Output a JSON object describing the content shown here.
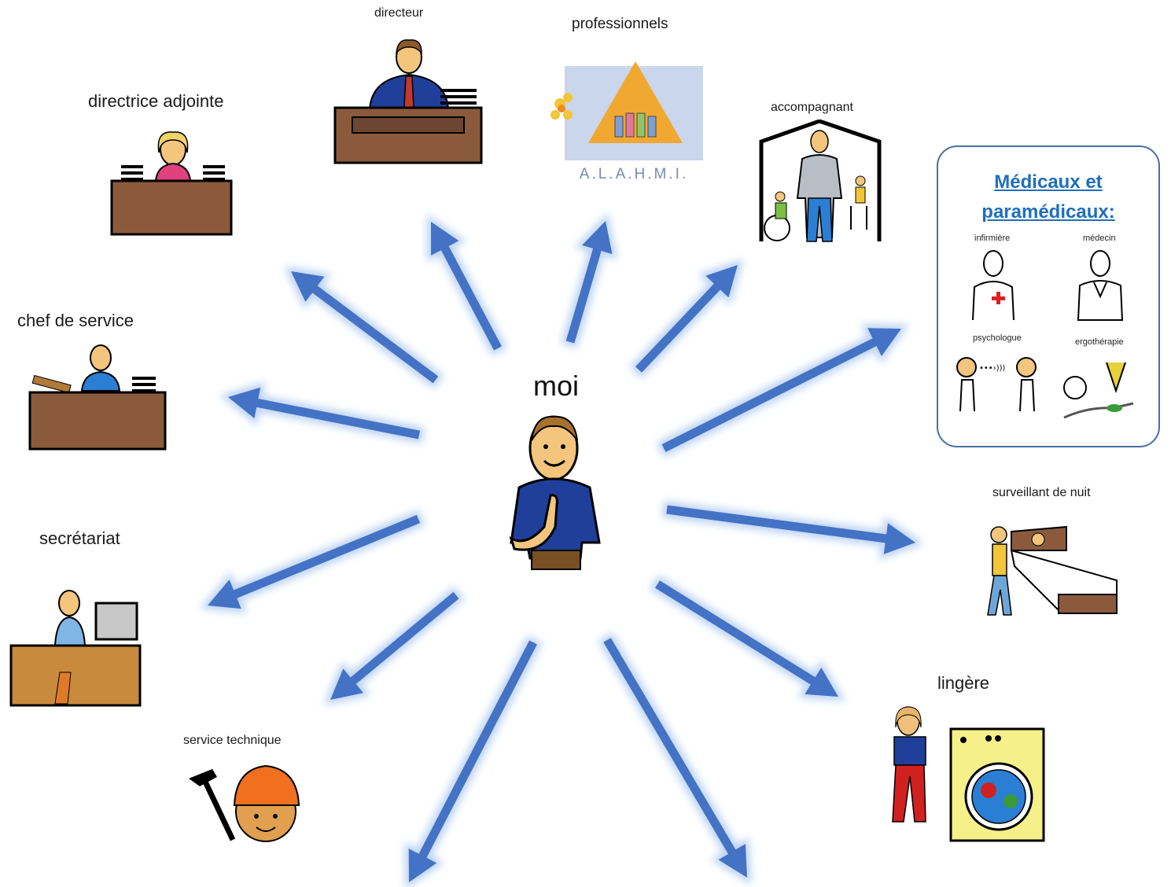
{
  "center": {
    "label": "moi"
  },
  "roles": {
    "directeur": "directeur",
    "professionnels": "professionnels",
    "directrice_adjointe": "directrice adjointe",
    "accompagnant": "accompagnant",
    "chef_de_service": "chef de service",
    "secretariat": "secrétariat",
    "service_technique": "service technique",
    "surveillant_de_nuit": "surveillant de nuit",
    "lingere": "lingère"
  },
  "logo": {
    "text": "A.L.A.H.M.I."
  },
  "medical_box": {
    "title_line1": "Médicaux et",
    "title_line2": "paramédicaux:",
    "items": [
      "infirmière",
      "médecin",
      "psychologue",
      "ergothérapie"
    ]
  },
  "colors": {
    "arrow": "#4472c4",
    "glow": "#bcd3f3",
    "title_blue": "#1f6ebd",
    "box_border": "#4a6fa5"
  }
}
